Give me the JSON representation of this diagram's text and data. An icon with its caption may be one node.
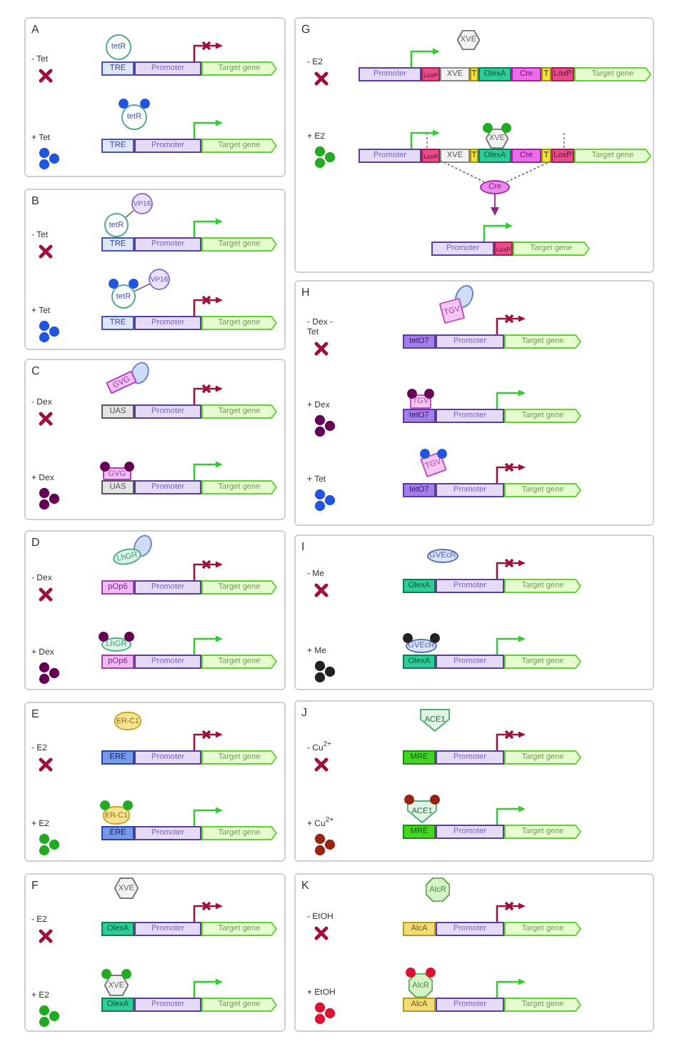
{
  "diagram": {
    "nodes": [
      {
        "text": [
          "A",
          "- Tet",
          "+ Tet"
        ]
      },
      {
        "text": [
          "tetR"
        ],
        "in": 0
      },
      {
        "text": [
          "TRE"
        ],
        "in": 0
      },
      {
        "text": [
          "Promoter"
        ],
        "in": 0
      },
      {
        "text": [
          "Target gene"
        ],
        "in": 0
      },
      {
        "text": [
          "tetR"
        ],
        "in": 0
      },
      {
        "text": [
          "TRE"
        ],
        "in": 0
      },
      {
        "text": [
          "Promoter"
        ],
        "in": 0
      },
      {
        "text": [
          "Target gene"
        ],
        "in": 0
      },
      {
        "text": [
          "B",
          "- Tet",
          "+ Tet"
        ]
      },
      {
        "text": [
          "tetR"
        ],
        "in": 9
      },
      {
        "text": [
          "VP16"
        ],
        "in": 9
      },
      {
        "text": [
          "TRE"
        ],
        "in": 9
      },
      {
        "text": [
          "Promoter"
        ],
        "in": 9
      },
      {
        "text": [
          "Target gene"
        ],
        "in": 9
      },
      {
        "text": [
          "tetR"
        ],
        "in": 9
      },
      {
        "text": [
          "VP16"
        ],
        "in": 9
      },
      {
        "text": [
          "TRE"
        ],
        "in": 9
      },
      {
        "text": [
          "Promoter"
        ],
        "in": 9
      },
      {
        "text": [
          "Target gene"
        ],
        "in": 9
      },
      {
        "text": [
          "C",
          "- Dex",
          "+ Dex"
        ]
      },
      {
        "text": [
          "GVG"
        ],
        "in": 20
      },
      {
        "text": [
          "UAS"
        ],
        "in": 20
      },
      {
        "text": [
          "Promoter"
        ],
        "in": 20
      },
      {
        "text": [
          "Target gene"
        ],
        "in": 20
      },
      {
        "text": [
          "GVG"
        ],
        "in": 20
      },
      {
        "text": [
          "UAS"
        ],
        "in": 20
      },
      {
        "text": [
          "Promoter"
        ],
        "in": 20
      },
      {
        "text": [
          "Target gene"
        ],
        "in": 20
      },
      {
        "text": [
          "D",
          "- Dex",
          "+ Dex"
        ]
      },
      {
        "text": [
          "LhGR"
        ],
        "in": 29
      },
      {
        "text": [
          "pOp6"
        ],
        "in": 29
      },
      {
        "text": [
          "Promoter"
        ],
        "in": 29
      },
      {
        "text": [
          "Target gene"
        ],
        "in": 29
      },
      {
        "text": [
          "LhGR"
        ],
        "in": 29
      },
      {
        "text": [
          "pOp6"
        ],
        "in": 29
      },
      {
        "text": [
          "Promoter"
        ],
        "in": 29
      },
      {
        "text": [
          "Target gene"
        ],
        "in": 29
      },
      {
        "text": [
          "E",
          "- E2",
          "+ E2"
        ]
      },
      {
        "text": [
          "ER-C1"
        ],
        "in": 38
      },
      {
        "text": [
          "ERE"
        ],
        "in": 38
      },
      {
        "text": [
          "Promoter"
        ],
        "in": 38
      },
      {
        "text": [
          "Target gene"
        ],
        "in": 38
      },
      {
        "text": [
          "ER-C1"
        ],
        "in": 38
      },
      {
        "text": [
          "ERE"
        ],
        "in": 38
      },
      {
        "text": [
          "Promoter"
        ],
        "in": 38
      },
      {
        "text": [
          "Target gene"
        ],
        "in": 38
      },
      {
        "text": [
          "F",
          "- E2",
          "+ E2"
        ]
      },
      {
        "text": [
          "XVE"
        ],
        "in": 47
      },
      {
        "text": [
          "OlexA"
        ],
        "in": 47
      },
      {
        "text": [
          "Promoter"
        ],
        "in": 47
      },
      {
        "text": [
          "Target gene"
        ],
        "in": 47
      },
      {
        "text": [
          "XVE"
        ],
        "in": 47
      },
      {
        "text": [
          "OlexA"
        ],
        "in": 47
      },
      {
        "text": [
          "Promoter"
        ],
        "in": 47
      },
      {
        "text": [
          "Target gene"
        ],
        "in": 47
      },
      {
        "text": [
          "G",
          "- E2",
          "+ E2"
        ]
      },
      {
        "text": [
          "XVE"
        ],
        "in": 56
      },
      {
        "text": [
          "Promoter"
        ],
        "in": 56
      },
      {
        "text": [
          "LoxP"
        ],
        "in": 56
      },
      {
        "text": [
          "XVE"
        ],
        "in": 56
      },
      {
        "text": [
          "T"
        ],
        "in": 56
      },
      {
        "text": [
          "OlexA"
        ],
        "in": 56
      },
      {
        "text": [
          "Cre"
        ],
        "in": 56
      },
      {
        "text": [
          "T"
        ],
        "in": 56
      },
      {
        "text": [
          "LoxP"
        ],
        "in": 56
      },
      {
        "text": [
          "Target gene"
        ],
        "in": 56
      },
      {
        "text": [
          "XVE"
        ],
        "in": 56
      },
      {
        "text": [
          "Promoter"
        ],
        "in": 56
      },
      {
        "text": [
          "LoxP"
        ],
        "in": 56
      },
      {
        "text": [
          "XVE"
        ],
        "in": 56
      },
      {
        "text": [
          "T"
        ],
        "in": 56
      },
      {
        "text": [
          "OlexA"
        ],
        "in": 56
      },
      {
        "text": [
          "Cre"
        ],
        "in": 56
      },
      {
        "text": [
          "T"
        ],
        "in": 56
      },
      {
        "text": [
          "LoxP"
        ],
        "in": 56
      },
      {
        "text": [
          "Target gene"
        ],
        "in": 56
      },
      {
        "text": [
          "Cre"
        ],
        "in": 56
      },
      {
        "text": [
          "Promoter"
        ],
        "in": 56
      },
      {
        "text": [
          "LoxP"
        ],
        "in": 56
      },
      {
        "text": [
          "Target gene"
        ],
        "in": 56
      },
      {
        "text": [
          "H",
          "- Dex - Tet",
          "+ Dex",
          "+ Tet"
        ]
      },
      {
        "text": [
          "TGV"
        ],
        "in": 81
      },
      {
        "text": [
          "tetO7"
        ],
        "in": 81
      },
      {
        "text": [
          "Promoter"
        ],
        "in": 81
      },
      {
        "text": [
          "Target gene"
        ],
        "in": 81
      },
      {
        "text": [
          "TGV"
        ],
        "in": 81
      },
      {
        "text": [
          "tetO7"
        ],
        "in": 81
      },
      {
        "text": [
          "Promoter"
        ],
        "in": 81
      },
      {
        "text": [
          "Target gene"
        ],
        "in": 81
      },
      {
        "text": [
          "TGV"
        ],
        "in": 81
      },
      {
        "text": [
          "tetO7"
        ],
        "in": 81
      },
      {
        "text": [
          "Promoter"
        ],
        "in": 81
      },
      {
        "text": [
          "Target gene"
        ],
        "in": 81
      },
      {
        "text": [
          "I",
          "- Me",
          "+ Me"
        ]
      },
      {
        "text": [
          "GVEcR"
        ],
        "in": 94
      },
      {
        "text": [
          "OlexA"
        ],
        "in": 94
      },
      {
        "text": [
          "Promoter"
        ],
        "in": 94
      },
      {
        "text": [
          "Target gene"
        ],
        "in": 94
      },
      {
        "text": [
          "GVEcR"
        ],
        "in": 94
      },
      {
        "text": [
          "OlexA"
        ],
        "in": 94
      },
      {
        "text": [
          "Promoter"
        ],
        "in": 94
      },
      {
        "text": [
          "Target gene"
        ],
        "in": 94
      },
      {
        "text": [
          "J",
          "- Cu$^{2+}$",
          "+ Cu$^{2+}$"
        ]
      },
      {
        "text": [
          "ACE1"
        ],
        "in": 103
      },
      {
        "text": [
          "MRE"
        ],
        "in": 103
      },
      {
        "text": [
          "Promoter"
        ],
        "in": 103
      },
      {
        "text": [
          "Target gene"
        ],
        "in": 103
      },
      {
        "text": [
          "ACE1"
        ],
        "in": 103
      },
      {
        "text": [
          "MRE"
        ],
        "in": 103
      },
      {
        "text": [
          "Promoter"
        ],
        "in": 103
      },
      {
        "text": [
          "Target gene"
        ],
        "in": 103
      },
      {
        "text": [
          "K",
          "- EtOH",
          "+ EtOH"
        ]
      },
      {
        "text": [
          "AlcR"
        ],
        "in": 112
      },
      {
        "text": [
          "AlcA"
        ],
        "in": 112
      },
      {
        "text": [
          "Promoter"
        ],
        "in": 112
      },
      {
        "text": [
          "Target gene"
        ],
        "in": 112
      },
      {
        "text": [
          "AlcR"
        ],
        "in": 112
      },
      {
        "text": [
          "AlcA"
        ],
        "in": 112
      },
      {
        "text": [
          "Promoter"
        ],
        "in": 112
      },
      {
        "text": [
          "Target gene"
        ],
        "in": 112
      }
    ],
    "edges": [
      {
        "from": 10,
        "to": 11,
        "arrow": "none"
      },
      {
        "from": 15,
        "to": 16,
        "arrow": "none"
      },
      {
        "from": 69,
        "to": 77,
        "arrow": "none",
        "style": "dashed"
      },
      {
        "from": 75,
        "to": 77,
        "arrow": "none",
        "style": "dashed"
      },
      {
        "from": 77,
        "to": null,
        "arrow": "to",
        "color": "#8b2b8b"
      }
    ]
  }
}
